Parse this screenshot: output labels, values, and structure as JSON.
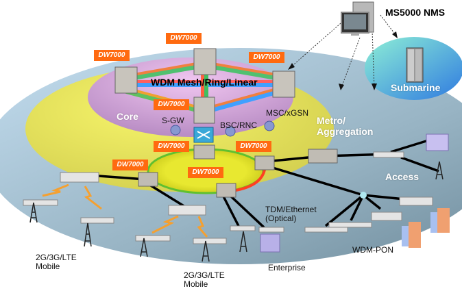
{
  "diagram": {
    "nms": {
      "label": "MS5000 NMS"
    },
    "zones": {
      "core": "Core",
      "metro": "Metro/\nAggregation",
      "access": "Access",
      "submarine": "Submarine"
    },
    "core_network_label": "WDM Mesh/Ring/Linear",
    "device_tag": "DW7000",
    "core_elements": [
      "S-GW",
      "BSC/RNC",
      "MSC/xGSN"
    ],
    "access_labels": {
      "mobile_left": "2G/3G/LTE\nMobile",
      "mobile_right": "2G/3G/LTE\nMobile",
      "tdm": "TDM/Ethernet\n(Optical)",
      "enterprise": "Enterprise",
      "wdm_pon": "WDM-PON"
    },
    "colors": {
      "tag": "#ff6a10",
      "access_ellipse": "#a8c6d6",
      "metro_ellipse": "#e8e85a",
      "core_ellipse": "#d9a8e0",
      "submarine": "#3a8fe0"
    }
  }
}
